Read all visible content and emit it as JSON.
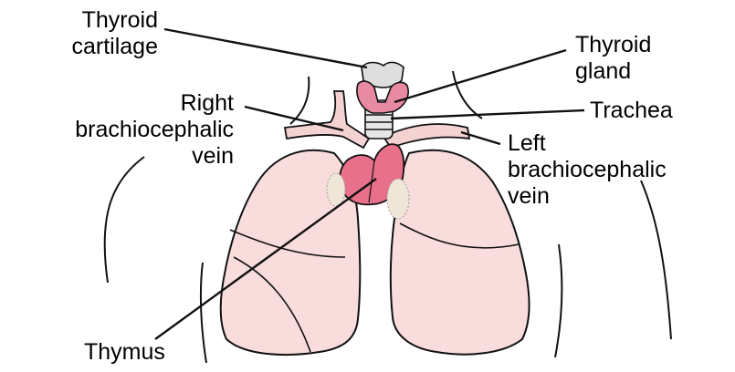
{
  "labels": {
    "thyroid_cartilage": [
      "Thyroid",
      "cartilage"
    ],
    "thyroid_gland": [
      "Thyroid",
      "gland"
    ],
    "right_brachiocephalic_vein": [
      "Right",
      "brachiocephalic",
      "vein"
    ],
    "trachea": [
      "Trachea"
    ],
    "left_brachiocephalic_vein": [
      "Left",
      "brachiocephalic",
      "vein"
    ],
    "thymus": [
      "Thymus"
    ]
  },
  "colors": {
    "lung_fill": "#f9dcdc",
    "thymus_fill": "#e9708a",
    "thyroid_fill": "#e88aa2",
    "cartilage_fill": "#dedede",
    "vein_fill": "#f5d2d2",
    "outline": "#111111"
  }
}
